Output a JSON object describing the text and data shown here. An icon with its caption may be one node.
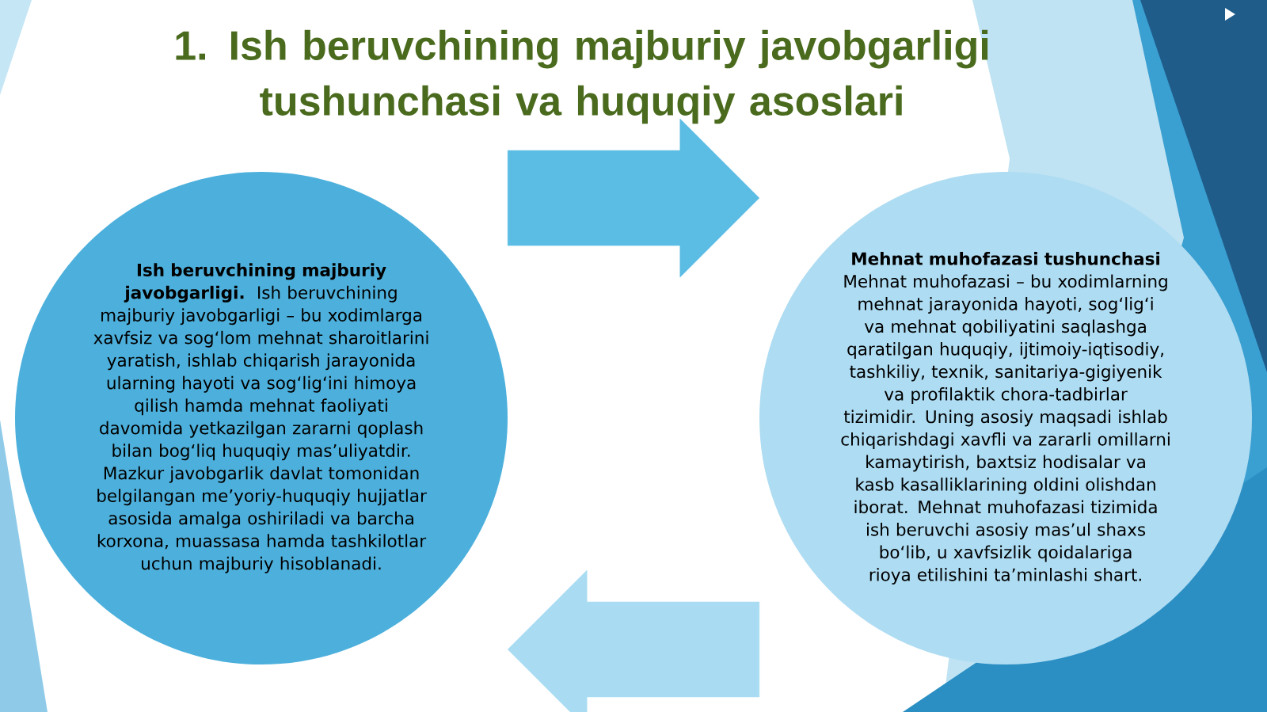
{
  "diagram": {
    "title": "1. Ish beruvchining majburiy javobgarligi tushunchasi va huquqiy asoslari",
    "nodes": [
      {
        "text": [
          "Ish beruvchining majburiy javobgarligi.",
          "Ish beruvchining majburiy javobgarligi – bu xodimlarga xavfsiz va sog‘lom mehnat sharoitlarini yaratish, ishlab chiqarish jarayonida ularning hayoti va sog‘lig‘ini himoya qilish hamda mehnat faoliyati davomida yetkazilgan zararni qoplash bilan bog‘liq huquqiy mas’uliyatdir. Mazkur javobgarlik davlat tomonidan belgilangan me’yoriy-huquqiy hujjatlar asosida amalga oshiriladi va barcha korxona, muassasa hamda tashkilotlar uchun majburiy hisoblanadi."
        ]
      },
      {
        "text": [
          "Mehnat muhofazasi tushunchasi",
          "Mehnat muhofazasi – bu xodimlarning mehnat jarayonida hayoti, sog‘lig‘i va mehnat qobiliyatini saqlashga qaratilgan huquqiy, ijtimoiy-iqtisodiy, tashkiliy, texnik, sanitariya-gigiyenik va profilaktik chora-tadbirlar tizimidir. Uning asosiy maqsadi ishlab chiqarishdagi xavfli va zararli omillarni kamaytirish, baxtsiz hodisalar va kasb kasalliklarining oldini olishdan iborat. Mehnat muhofazasi tizimida ish beruvchi asosiy mas’ul shaxs bo‘lib, u xavfsizlik qoidalariga rioya etilishini ta’minlashi shart."
        ]
      }
    ],
    "edges": [
      {
        "from": 0,
        "to": 1,
        "arrow": "to",
        "color": "#5bbde4"
      },
      {
        "from": 1,
        "to": 0,
        "arrow": "to",
        "color": "#a9dcf2"
      }
    ]
  }
}
